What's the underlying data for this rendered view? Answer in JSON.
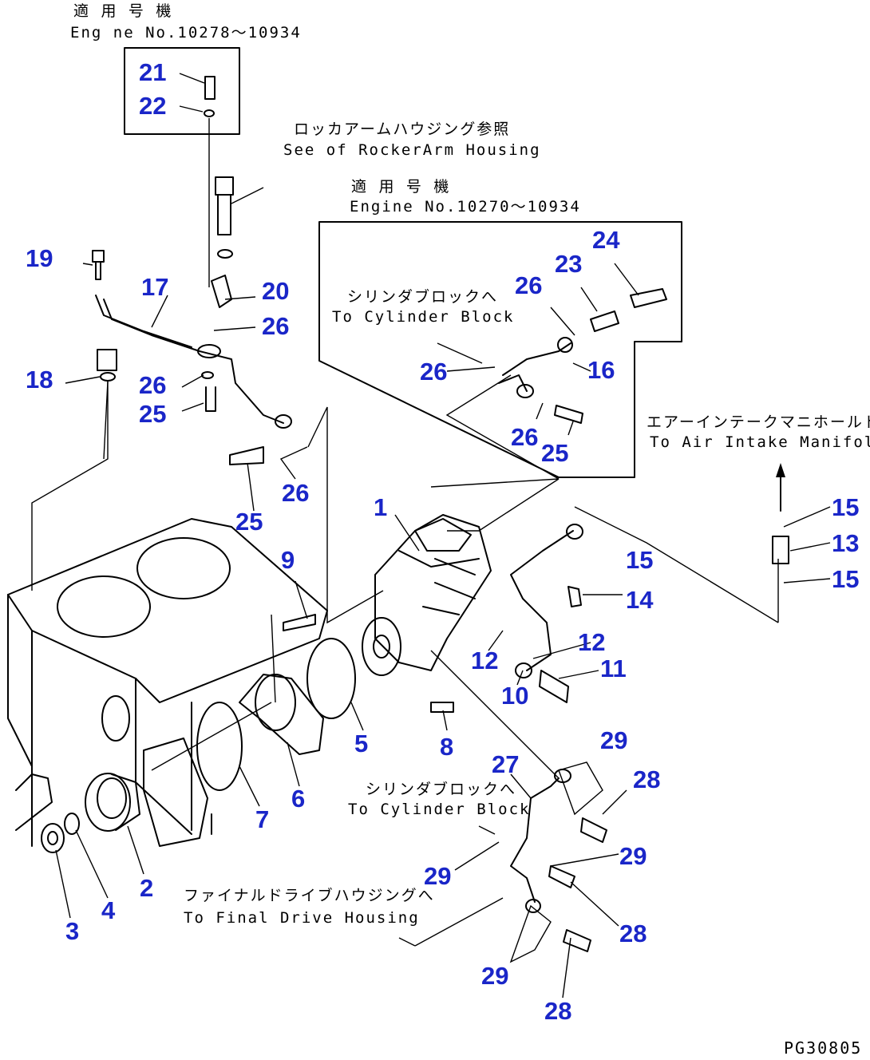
{
  "notes": {
    "applicable_jp_top": "適 用 号 機",
    "engine_range_top": "Eng ne No.10278～10934",
    "rocker_jp": "ロッカアームハウジング参照",
    "rocker_en": "See of RockerArm Housing",
    "applicable_jp_mid": "適 用 号 機",
    "engine_range_mid": "Engine No.10270～10934",
    "cyl_block_jp_1": "シリンダブロックへ",
    "cyl_block_en_1": "To Cylinder Block",
    "air_intake_jp": "エアーインテークマニホールドへ",
    "air_intake_en": "To Air Intake Manifold",
    "cyl_block_jp_2": "シリンダブロックへ",
    "cyl_block_en_2": "To Cylinder Block",
    "final_drive_jp": "ファイナルドライブハウジングへ",
    "final_drive_en": "To Final Drive Housing"
  },
  "drawing_ref": "PG30805",
  "part_numbers": {
    "n1": "1",
    "n2": "2",
    "n3": "3",
    "n4": "4",
    "n5": "5",
    "n6": "6",
    "n7": "7",
    "n8": "8",
    "n9": "9",
    "n10": "10",
    "n11": "11",
    "n12a": "12",
    "n12b": "12",
    "n13": "13",
    "n14": "14",
    "n15a": "15",
    "n15b": "15",
    "n15c": "15",
    "n16": "16",
    "n17": "17",
    "n18": "18",
    "n19": "19",
    "n20": "20",
    "n21": "21",
    "n22": "22",
    "n23": "23",
    "n24": "24",
    "n25a": "25",
    "n25b": "25",
    "n25c": "25",
    "n26a": "26",
    "n26b": "26",
    "n26c": "26",
    "n26d": "26",
    "n26e": "26",
    "n26f": "26",
    "n27": "27",
    "n28a": "28",
    "n28b": "28",
    "n28c": "28",
    "n29a": "29",
    "n29b": "29",
    "n29c": "29",
    "n29d": "29"
  }
}
